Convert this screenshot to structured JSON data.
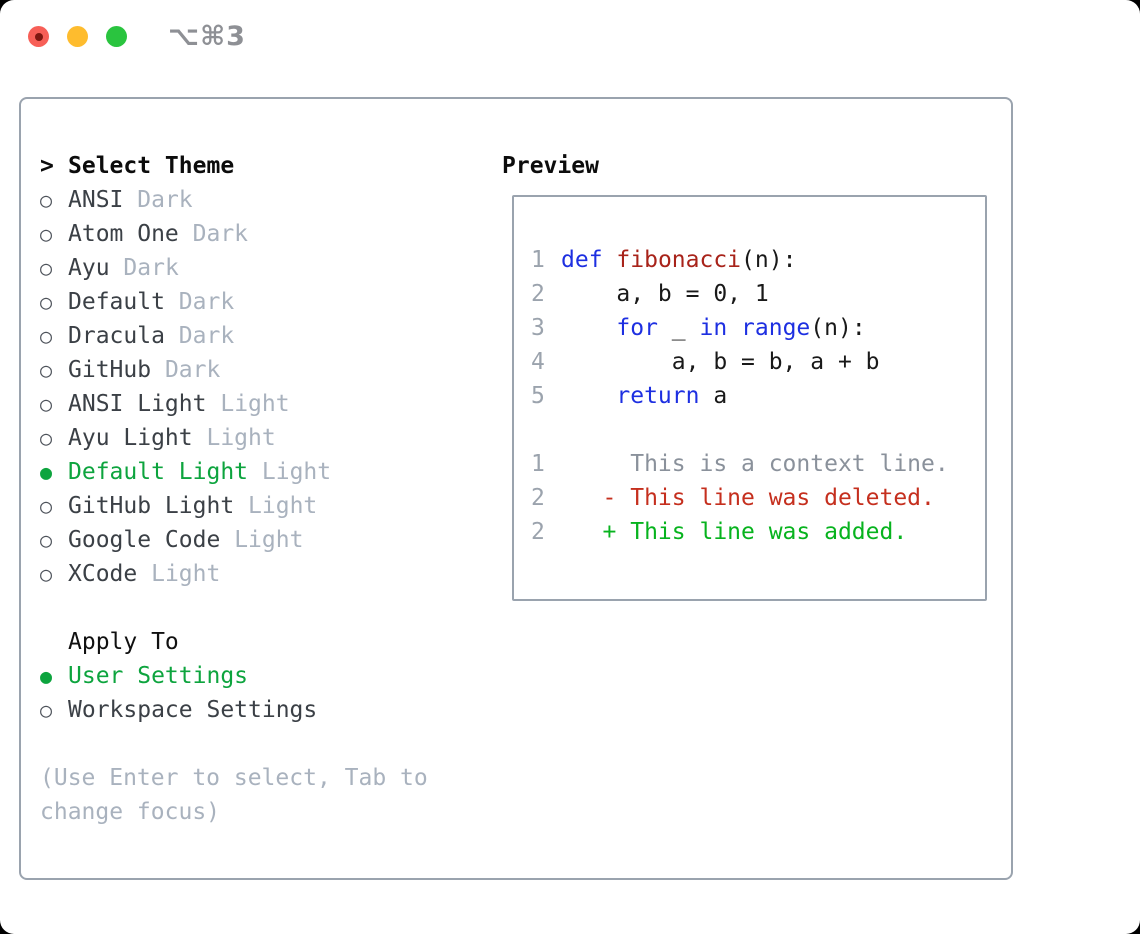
{
  "window": {
    "shortcut_hint": "⌥⌘3"
  },
  "icons": {
    "radio_unselected": "○",
    "radio_selected": "●",
    "focus_caret": ">"
  },
  "theme_panel": {
    "header_prefix": ">",
    "header_label": "Select Theme",
    "themes": [
      {
        "name": "ANSI",
        "variant": "Dark",
        "selected": false
      },
      {
        "name": "Atom One",
        "variant": "Dark",
        "selected": false
      },
      {
        "name": "Ayu",
        "variant": "Dark",
        "selected": false
      },
      {
        "name": "Default",
        "variant": "Dark",
        "selected": false
      },
      {
        "name": "Dracula",
        "variant": "Dark",
        "selected": false
      },
      {
        "name": "GitHub",
        "variant": "Dark",
        "selected": false
      },
      {
        "name": "ANSI Light",
        "variant": "Light",
        "selected": false
      },
      {
        "name": "Ayu Light",
        "variant": "Light",
        "selected": false
      },
      {
        "name": "Default Light",
        "variant": "Light",
        "selected": true
      },
      {
        "name": "GitHub Light",
        "variant": "Light",
        "selected": false
      },
      {
        "name": "Google Code",
        "variant": "Light",
        "selected": false
      },
      {
        "name": "XCode",
        "variant": "Light",
        "selected": false
      }
    ],
    "apply_to_label": "Apply To",
    "apply_options": [
      {
        "name": "User Settings",
        "selected": true
      },
      {
        "name": "Workspace Settings",
        "selected": false
      }
    ],
    "help_lines": [
      "(Use Enter to select, Tab to",
      "change focus)"
    ]
  },
  "preview": {
    "label": "Preview",
    "lines": [
      {
        "num": "1",
        "segments": [
          {
            "text": "def",
            "style": "keyword"
          },
          {
            "text": " ",
            "style": "plain"
          },
          {
            "text": "fibonacci",
            "style": "function"
          },
          {
            "text": "(n):",
            "style": "plain"
          }
        ]
      },
      {
        "num": "2",
        "segments": [
          {
            "text": "    a, b = 0, 1",
            "style": "plain"
          }
        ]
      },
      {
        "num": "3",
        "segments": [
          {
            "text": "    ",
            "style": "plain"
          },
          {
            "text": "for",
            "style": "keyword"
          },
          {
            "text": " _ ",
            "style": "plain"
          },
          {
            "text": "in",
            "style": "keyword"
          },
          {
            "text": " ",
            "style": "plain"
          },
          {
            "text": "range",
            "style": "keyword"
          },
          {
            "text": "(n):",
            "style": "plain"
          }
        ]
      },
      {
        "num": "4",
        "segments": [
          {
            "text": "        a, b = b, a + b",
            "style": "plain"
          }
        ]
      },
      {
        "num": "5",
        "segments": [
          {
            "text": "    ",
            "style": "plain"
          },
          {
            "text": "return",
            "style": "keyword"
          },
          {
            "text": " a",
            "style": "plain"
          }
        ]
      },
      {
        "num": "",
        "segments": []
      },
      {
        "num": "1",
        "segments": [
          {
            "text": "     This is a context line.",
            "style": "context"
          }
        ]
      },
      {
        "num": "2",
        "segments": [
          {
            "text": "   - This line was deleted.",
            "style": "deleted"
          }
        ]
      },
      {
        "num": "2",
        "segments": [
          {
            "text": "   + This line was added.",
            "style": "added"
          }
        ]
      }
    ]
  },
  "colors": {
    "border": "#9aa3ae",
    "marker": "#4d525a",
    "selected": "#0da43e",
    "name": "#3b4046",
    "tag": "#a9b2be",
    "num": "#9ba3ad",
    "plain": "#191919",
    "keyword": "#1d2fe1",
    "function": "#a8231a",
    "context": "#8a919b",
    "deleted": "#c52f1e",
    "added": "#07b31e",
    "traffic_red": "#f75f57",
    "traffic_yellow": "#febc2e",
    "traffic_green": "#2ac43f"
  }
}
